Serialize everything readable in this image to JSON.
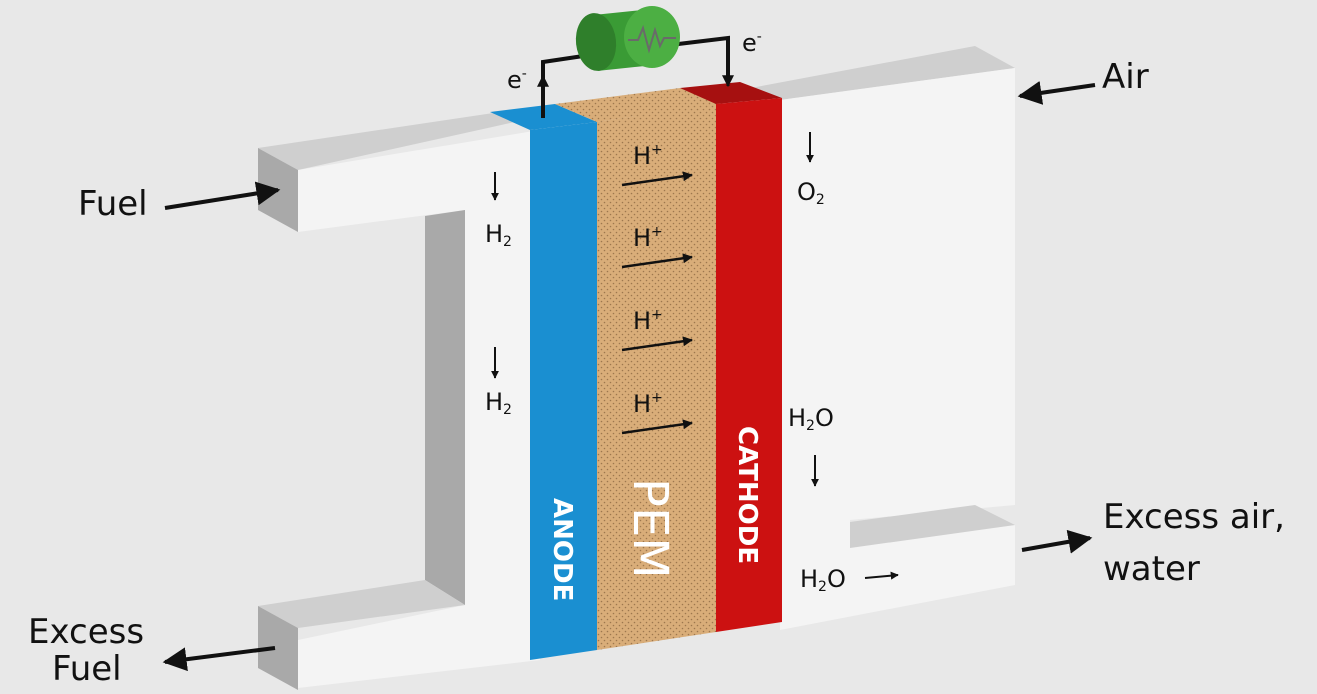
{
  "labels": {
    "fuel": "Fuel",
    "air": "Air",
    "excess_fuel_line1": "Excess",
    "excess_fuel_line2": "Fuel",
    "excess_air_line1": "Excess air,",
    "excess_air_line2": "water",
    "anode": "ANODE",
    "pem": "PEM",
    "cathode": "CATHODE"
  },
  "species": {
    "electron": "e",
    "electron_charge": "-",
    "proton": "H",
    "proton_charge": "+",
    "hydrogen": "H",
    "hydrogen_sub": "2",
    "oxygen": "O",
    "oxygen_sub": "2",
    "water_h": "H",
    "water_sub": "2",
    "water_o": "O"
  },
  "icons": {
    "load": "resistor-load-icon"
  },
  "colors": {
    "background": "#e8e8e8",
    "anode": "#1a8fd1",
    "pem": "#d9ad79",
    "cathode": "#cc1111",
    "load": "#3a9b35",
    "channel": "#f4f4f4",
    "channel_side": "#a9a9a9"
  }
}
